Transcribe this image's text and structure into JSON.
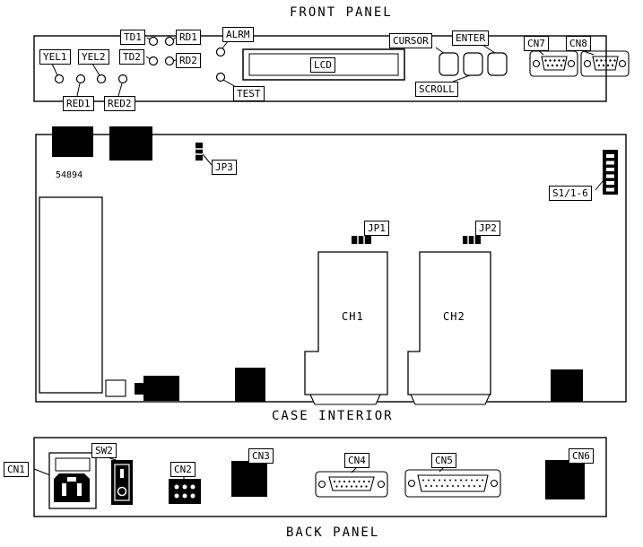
{
  "diagram": {
    "front_panel": {
      "title": "FRONT PANEL",
      "labels": {
        "td1": "TD1",
        "rd1": "RD1",
        "alrm": "ALRM",
        "yel1": "YEL1",
        "yel2": "YEL2",
        "td2": "TD2",
        "rd2": "RD2",
        "red1": "RED1",
        "red2": "RED2",
        "test": "TEST",
        "lcd": "LCD",
        "cursor": "CURSOR",
        "enter": "ENTER",
        "scroll": "SCROLL",
        "cn7": "CN7",
        "cn8": "CN8"
      }
    },
    "case_interior": {
      "title": "CASE INTERIOR",
      "part_number": "54894",
      "labels": {
        "jp3": "JP3",
        "jp1": "JP1",
        "jp2": "JP2",
        "ch1": "CH1",
        "ch2": "CH2",
        "s1": "S1/1-6"
      }
    },
    "back_panel": {
      "title": "BACK PANEL",
      "labels": {
        "cn1": "CN1",
        "sw2": "SW2",
        "cn2": "CN2",
        "cn3": "CN3",
        "cn4": "CN4",
        "cn5": "CN5",
        "cn6": "CN6"
      }
    },
    "colors": {
      "ink": "#000000",
      "background": "#ffffff"
    }
  }
}
